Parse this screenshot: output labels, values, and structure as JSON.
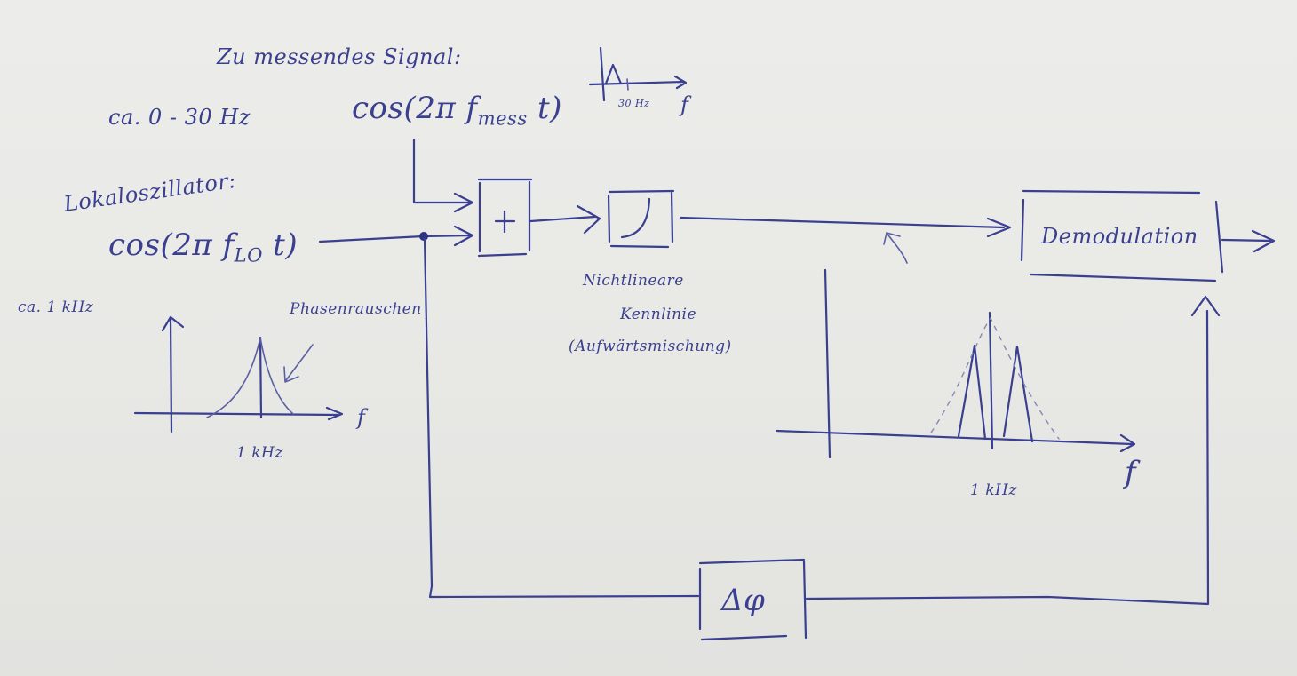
{
  "measured_signal": {
    "heading": "Zu messendes Signal:",
    "range": "ca. 0 - 30 Hz",
    "formula_prefix": "cos(2π f",
    "formula_sub": "mess",
    "formula_suffix": " t)",
    "spectrum_tick_label": "30 Hz",
    "spectrum_axis_label": "f"
  },
  "local_oscillator": {
    "heading": "Lokaloszillator:",
    "formula_prefix": "cos(2π f",
    "formula_sub": "LO",
    "formula_suffix": " t)",
    "frequency": "ca. 1 kHz",
    "spectrum_tick_label": "1 kHz",
    "spectrum_axis_label": "f",
    "noise_annotation": "Phasenrauschen"
  },
  "blocks": {
    "adder_symbol": "+",
    "nonlinear_label_line1": "Nichtlineare",
    "nonlinear_label_line2": "Kennlinie",
    "nonlinear_label_line3": "(Aufwärtsmischung)",
    "demodulation_label": "Demodulation",
    "phase_shift_symbol": "Δφ"
  },
  "output_spectrum": {
    "tick_label": "1 kHz",
    "axis_label": "f"
  }
}
